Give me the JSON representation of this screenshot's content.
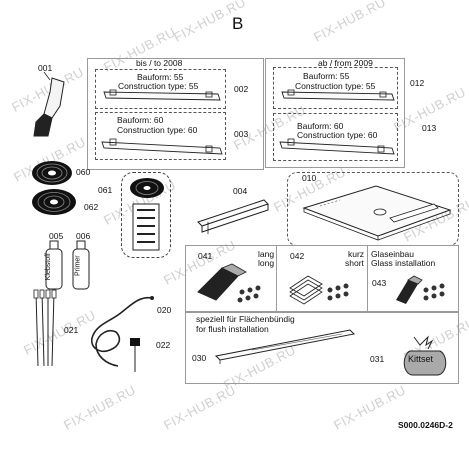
{
  "section": "B",
  "watermark": "FIX-HUB.RU",
  "doc_id": "S000.0246D-2",
  "boxes": {
    "old_title": "bis / to 2008",
    "new_title": "ab / from 2009",
    "bauform_55": "Bauform: 55",
    "construction_55": "Construction type: 55",
    "bauform_60": "Bauform: 60",
    "construction_60": "Construction type: 60"
  },
  "parts": {
    "p001": "001",
    "p002": "002",
    "p003": "003",
    "p004": "004",
    "p005": "005",
    "p006": "006",
    "p010": "010",
    "p012": "012",
    "p013": "013",
    "p020": "020",
    "p021": "021",
    "p022": "022",
    "p030": "030",
    "p031": "031",
    "p041": "041",
    "p042": "042",
    "p043": "043",
    "p060": "060",
    "p061": "061",
    "p062": "062"
  },
  "bottles": {
    "klebstoff": "Klebstoff",
    "primer": "Primer"
  },
  "kits": {
    "lang": "lang",
    "long": "long",
    "kurz": "kurz",
    "short": "short",
    "glaseinbau": "Glaseinbau",
    "glass": "Glass installation"
  },
  "flush": {
    "de": "speziell für Flächenbündig",
    "en": "for flush installation"
  },
  "kittset": "Kittset"
}
